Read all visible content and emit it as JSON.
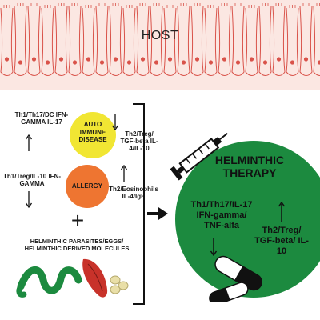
{
  "host": {
    "title": "HOST"
  },
  "autoimmune": {
    "circle_label": "AUTO IMMUNE DISEASE",
    "left_text": "Th1/Th17/DC IFN-GAMMA IL-17",
    "right_text": "Th2/Treg/ TGF-beta IL-4/IL-10",
    "circle_color": "#f1e633"
  },
  "allergy": {
    "circle_label": "ALLERGY",
    "left_text": "Th1/Treg/IL-10 IFN-GAMMA",
    "right_text": "Th2/Eosinophils IL-4/IgE",
    "circle_color": "#ee7531"
  },
  "plus_sign": "+",
  "helminth_caption": "HELMINTHIC PARASITES/EGGS/ HELMINTHIC DERIVED MOLECULES",
  "therapy": {
    "title": "HELMINTHIC THERAPY",
    "left_text": "Th1/Th17/IL-17 IFN-gamma/ TNF-alfa",
    "right_text": "Th2/Treg/ TGF-beta/ IL-10",
    "circle_color": "#1c8a3f"
  },
  "colors": {
    "host_background": "#fbe7e2",
    "cell_outline": "#d9534a",
    "worm": "#1c8a3f",
    "parasite_red": "#c8322a",
    "eggs": "#e9dfa8"
  },
  "icons": [
    "syringe-icon",
    "capsule-icon",
    "arrow-right-icon",
    "worm-icon",
    "egg-icon"
  ]
}
